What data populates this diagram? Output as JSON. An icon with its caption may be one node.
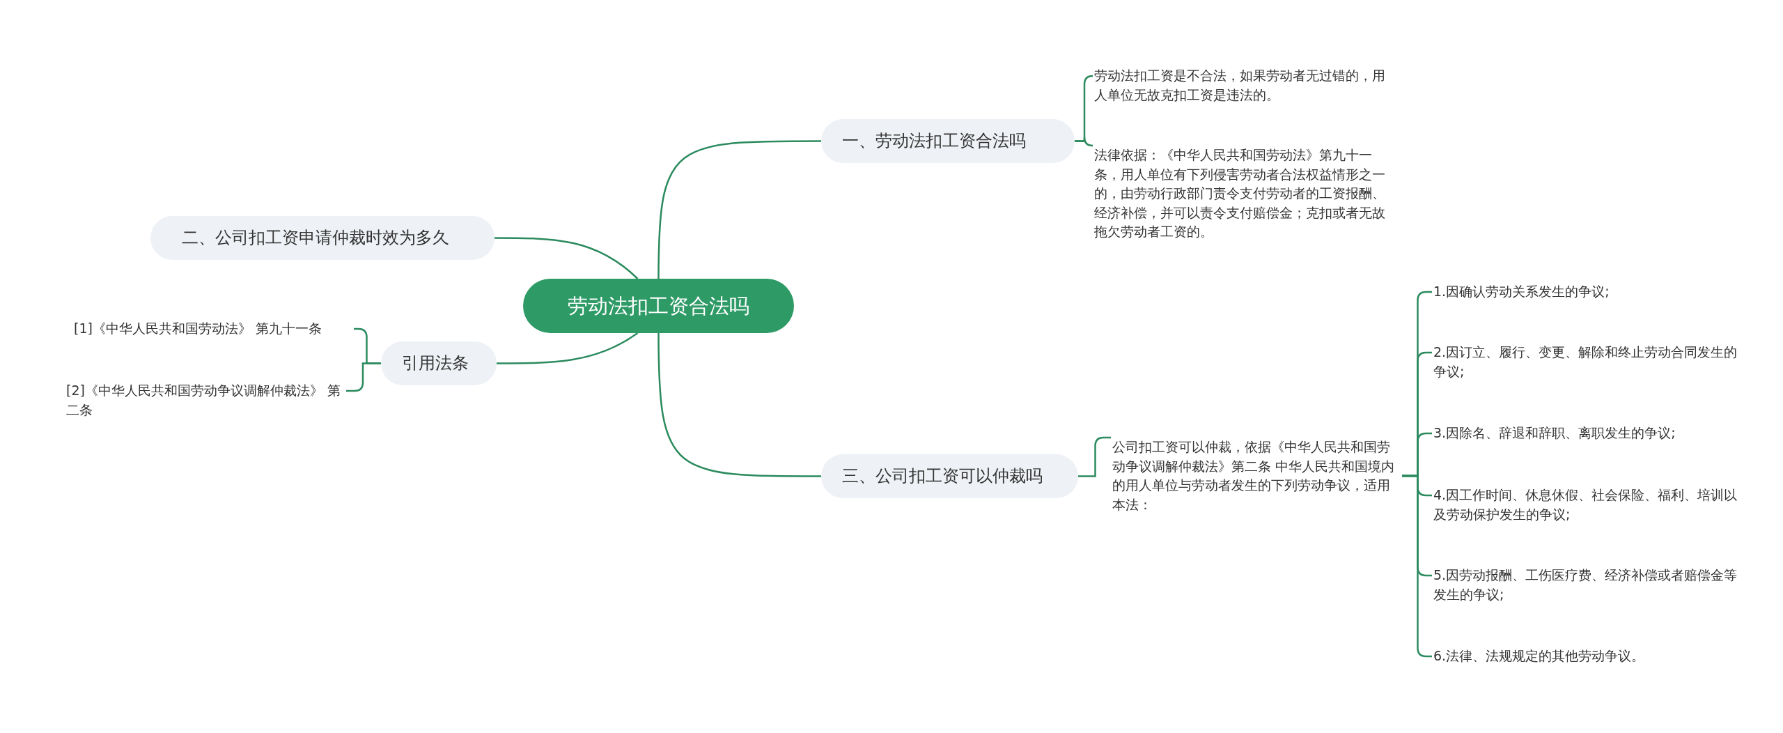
{
  "diagram": {
    "nodes": [
      {
        "text": [
          "劳动法扣工资合法吗"
        ]
      },
      {
        "text": [
          "一、劳动法扣工资合法吗"
        ]
      },
      {
        "text": [
          "劳动法扣工资是不合法，如果劳动者无过错的，用人单位无故克扣工资是违法的。"
        ]
      },
      {
        "text": [
          "法律依据：《中华人民共和国劳动法》第九十一条，用人单位有下列侵害劳动者合法权益情形之一的，由劳动行政部门责令支付劳动者的工资报酬、经济补偿，并可以责令支付赔偿金；克扣或者无故拖欠劳动者工资的。"
        ]
      },
      {
        "text": [
          "二、公司扣工资申请仲裁时效为多久"
        ]
      },
      {
        "text": [
          "引用法条"
        ]
      },
      {
        "text": [
          "[1]《中华人民共和国劳动法》 第九十一条"
        ]
      },
      {
        "text": [
          "[2]《中华人民共和国劳动争议调解仲裁法》 第二条"
        ]
      },
      {
        "text": [
          "三、公司扣工资可以仲裁吗"
        ]
      },
      {
        "text": [
          "公司扣工资可以仲裁，依据《中华人民共和国劳动争议调解仲裁法》第二条 中华人民共和国境内的用人单位与劳动者发生的下列劳动争议，适用本法："
        ]
      },
      {
        "text": [
          "1.因确认劳动关系发生的争议;"
        ]
      },
      {
        "text": [
          "2.因订立、履行、变更、解除和终止劳动合同发生的争议;"
        ]
      },
      {
        "text": [
          "3.因除名、辞退和辞职、离职发生的争议;"
        ]
      },
      {
        "text": [
          "4.因工作时间、休息休假、社会保险、福利、培训以及劳动保护发生的争议;"
        ]
      },
      {
        "text": [
          "5.因劳动报酬、工伤医疗费、经济补偿或者赔偿金等发生的争议;"
        ]
      },
      {
        "text": [
          "6.法律、法规规定的其他劳动争议。"
        ]
      }
    ],
    "edges": [
      {
        "from": 0,
        "to": 1,
        "arrow": "none"
      },
      {
        "from": 0,
        "to": 4,
        "arrow": "none"
      },
      {
        "from": 0,
        "to": 5,
        "arrow": "none"
      },
      {
        "from": 0,
        "to": 8,
        "arrow": "none"
      },
      {
        "from": 1,
        "to": 2,
        "arrow": "none"
      },
      {
        "from": 1,
        "to": 3,
        "arrow": "none"
      },
      {
        "from": 5,
        "to": 6,
        "arrow": "none"
      },
      {
        "from": 5,
        "to": 7,
        "arrow": "none"
      },
      {
        "from": 8,
        "to": 9,
        "arrow": "none"
      },
      {
        "from": 9,
        "to": 10,
        "arrow": "none"
      },
      {
        "from": 9,
        "to": 11,
        "arrow": "none"
      },
      {
        "from": 9,
        "to": 12,
        "arrow": "none"
      },
      {
        "from": 9,
        "to": 13,
        "arrow": "none"
      },
      {
        "from": 9,
        "to": 14,
        "arrow": "none"
      },
      {
        "from": 9,
        "to": 15,
        "arrow": "none"
      }
    ]
  }
}
